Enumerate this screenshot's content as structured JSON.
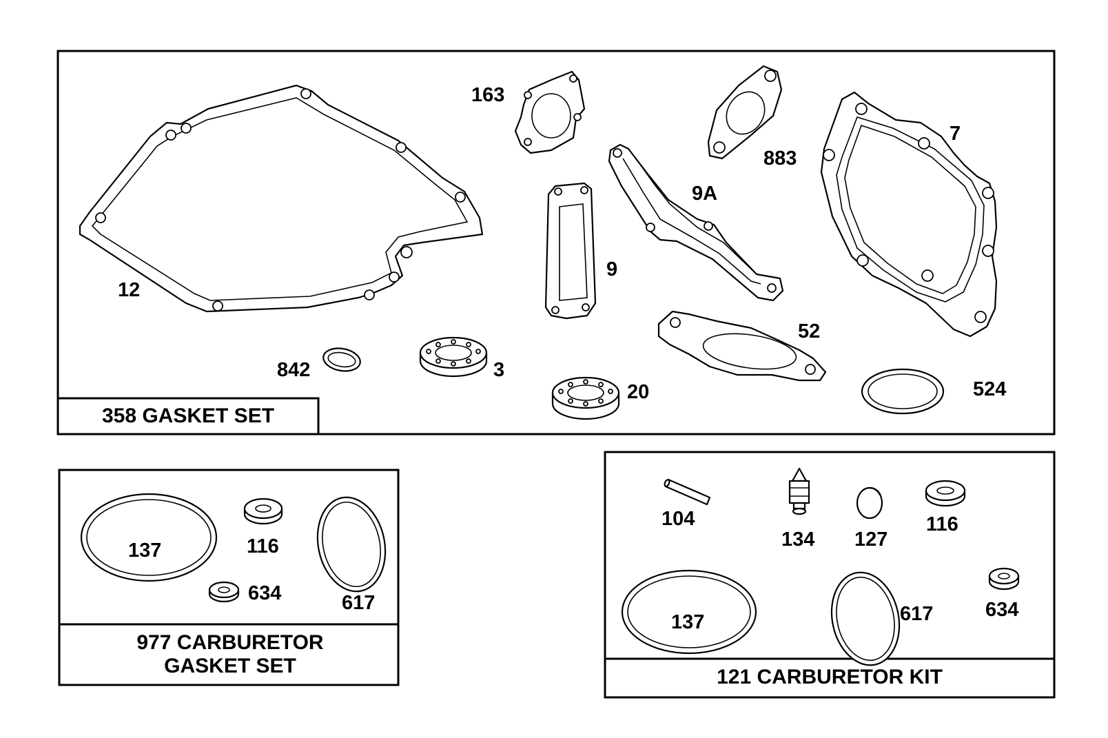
{
  "kits": {
    "gasket_set": {
      "title": "358 GASKET SET"
    },
    "carb_gasket_set": {
      "title_line1": "977 CARBURETOR",
      "title_line2": "GASKET SET"
    },
    "carb_kit": {
      "title": "121 CARBURETOR KIT"
    }
  },
  "labels": {
    "p12": "12",
    "p163": "163",
    "p883": "883",
    "p7": "7",
    "p9A": "9A",
    "p9": "9",
    "p52": "52",
    "p842": "842",
    "p3": "3",
    "p20": "20",
    "p524": "524",
    "c137": "137",
    "c116": "116",
    "c634": "634",
    "c617": "617",
    "k104": "104",
    "k134": "134",
    "k127": "127",
    "k116": "116",
    "k137": "137",
    "k617": "617",
    "k634": "634"
  }
}
